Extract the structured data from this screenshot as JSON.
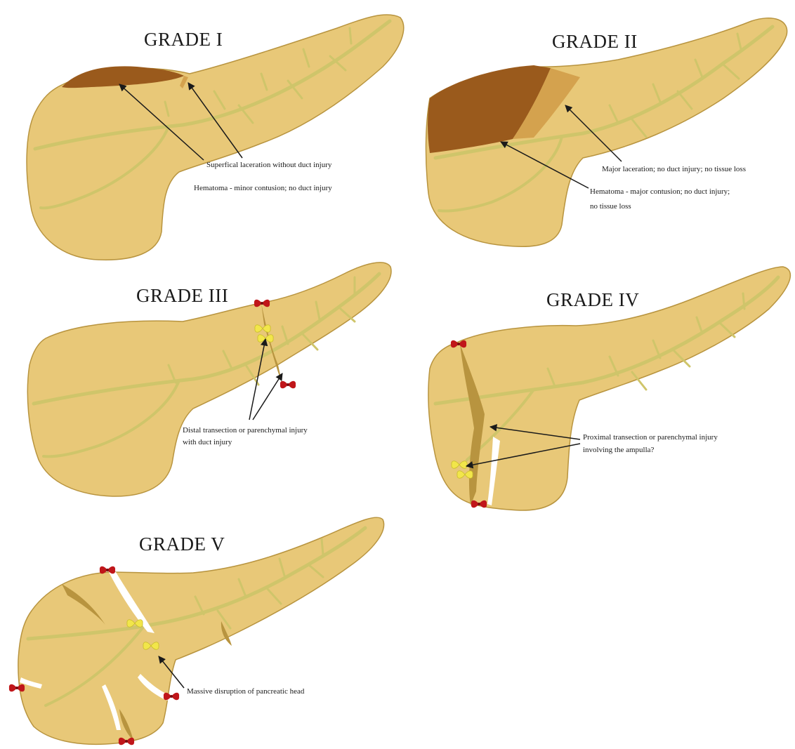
{
  "colors": {
    "parenchyma": "#e8c878",
    "parenchyma_edge": "#b8943f",
    "duct": "#cfc56a",
    "duct_edge": "#a9a04a",
    "hematoma_dark": "#9a5a1c",
    "laceration": "#d4a24e",
    "clip_red": "#c0161a",
    "clip_yellow": "#f2e64a",
    "arrow": "#1a1a1a"
  },
  "panels": [
    {
      "id": "grade-1",
      "title": "GRADE I",
      "annotations": [
        {
          "id": "laceration",
          "lines": [
            "Superfical laceration without duct injury"
          ]
        },
        {
          "id": "hematoma",
          "lines": [
            "Hematoma - minor contusion; no duct injury"
          ]
        }
      ]
    },
    {
      "id": "grade-2",
      "title": "GRADE II",
      "annotations": [
        {
          "id": "laceration",
          "lines": [
            "Major laceration; no duct injury; no tissue loss"
          ]
        },
        {
          "id": "hematoma",
          "lines": [
            "Hematoma - major contusion; no duct injury;",
            "no tissue loss"
          ]
        }
      ]
    },
    {
      "id": "grade-3",
      "title": "GRADE III",
      "annotations": [
        {
          "id": "transection",
          "lines": [
            "Distal transection or parenchymal injury",
            "with duct injury"
          ]
        }
      ]
    },
    {
      "id": "grade-4",
      "title": "GRADE IV",
      "annotations": [
        {
          "id": "transection",
          "lines": [
            "Proximal transection or parenchymal injury",
            "involving the ampulla?"
          ]
        }
      ]
    },
    {
      "id": "grade-5",
      "title": "GRADE V",
      "annotations": [
        {
          "id": "disruption",
          "lines": [
            "Massive disruption of pancreatic head"
          ]
        }
      ]
    }
  ]
}
